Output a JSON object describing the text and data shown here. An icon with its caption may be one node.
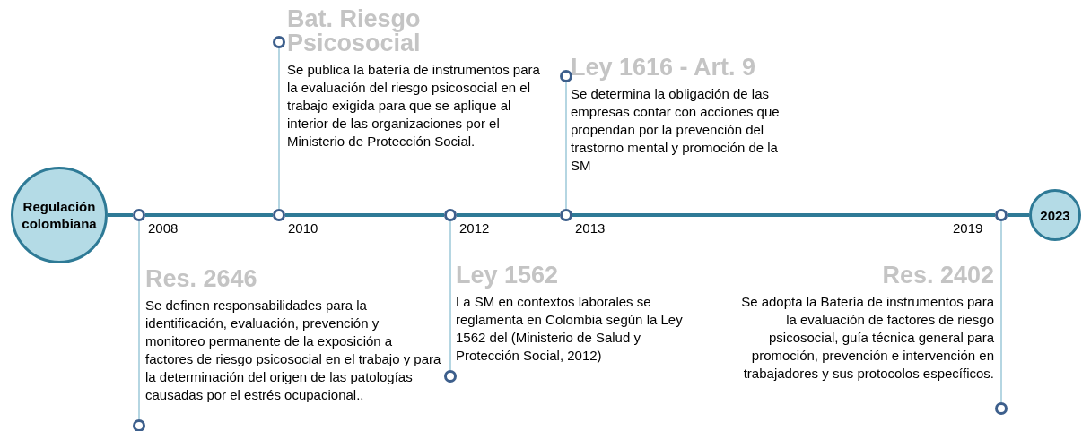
{
  "diagram": {
    "nodes": [
      {
        "text": [
          "Regulación colombiana"
        ]
      },
      {
        "text": [],
        "shape": "circle",
        "beside": [
          "2008"
        ]
      },
      {
        "text": [],
        "shape": "circle",
        "beside": [
          "2010"
        ]
      },
      {
        "text": [],
        "shape": "circle",
        "beside": [
          "2012"
        ]
      },
      {
        "text": [],
        "shape": "circle",
        "beside": [
          "2013"
        ]
      },
      {
        "text": [],
        "shape": "circle",
        "beside": [
          "2019"
        ]
      },
      {
        "text": [
          "2023"
        ]
      },
      {
        "text": [],
        "shape": "circle"
      },
      {
        "text": [],
        "shape": "circle"
      },
      {
        "text": [],
        "shape": "circle"
      },
      {
        "text": [],
        "shape": "circle"
      },
      {
        "text": [],
        "shape": "circle"
      },
      {
        "text": [
          "Bat. Riesgo Psicosocial",
          "Se publica la batería de instrumentos para la evaluación del riesgo psicosocial en el trabajo exigida para que se aplique al interior de las organizaciones por el Ministerio de Protección Social."
        ]
      },
      {
        "text": [
          "Ley 1616 - Art. 9",
          "Se determina la obligación de las empresas contar con acciones que propendan por la prevención del trastorno mental y promoción de la SM"
        ]
      },
      {
        "text": [
          "Res. 2646",
          "Se definen responsabilidades para la identificación, evaluación, prevención y monitoreo permanente de la exposición a factores de riesgo psicosocial en el trabajo y para la determinación del origen de las patologías causadas por el estrés ocupacional.."
        ]
      },
      {
        "text": [
          "Ley 1562",
          "La SM en contextos laborales se reglamenta en Colombia según la Ley 1562 del (Ministerio de Salud y Protección Social, 2012)"
        ]
      },
      {
        "text": [
          "Res. 2402",
          "Se adopta la Batería de instrumentos para la evaluación de factores de riesgo psicosocial, guía técnica general para promoción, prevención e intervención en trabajadores y sus protocolos específicos."
        ]
      }
    ],
    "edges": [
      {
        "from": 0,
        "to": 1,
        "arrow": "none"
      },
      {
        "from": 1,
        "to": 2,
        "arrow": "none"
      },
      {
        "from": 2,
        "to": 3,
        "arrow": "none"
      },
      {
        "from": 3,
        "to": 4,
        "arrow": "none"
      },
      {
        "from": 4,
        "to": 5,
        "arrow": "none"
      },
      {
        "from": 5,
        "to": 6,
        "arrow": "none"
      },
      {
        "from": 1,
        "to": 7,
        "arrow": "none",
        "color": "#9cc8d8"
      },
      {
        "from": 2,
        "to": 8,
        "arrow": "none",
        "color": "#9cc8d8"
      },
      {
        "from": 3,
        "to": 9,
        "arrow": "none",
        "color": "#9cc8d8"
      },
      {
        "from": 4,
        "to": 10,
        "arrow": "none",
        "color": "#9cc8d8"
      },
      {
        "from": 5,
        "to": 11,
        "arrow": "none",
        "color": "#9cc8d8"
      }
    ]
  }
}
